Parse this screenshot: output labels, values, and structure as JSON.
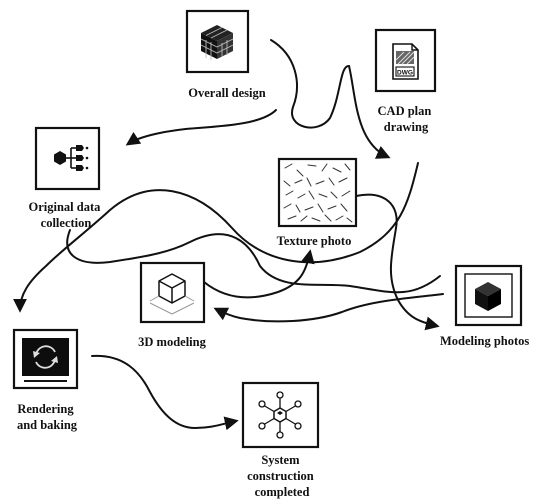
{
  "nodes": {
    "overall_design": {
      "label": "Overall design",
      "icon": "cube-grid-icon"
    },
    "cad_plan": {
      "label_lines": [
        "CAD plan",
        "drawing"
      ],
      "icon": "dwg-file-icon",
      "file_tag": "DWG"
    },
    "original_data": {
      "label_lines": [
        "Original data",
        "collection"
      ],
      "icon": "data-tree-icon"
    },
    "texture_photo": {
      "label": "Texture photo",
      "icon": "texture-pattern-icon"
    },
    "modeling_3d": {
      "label": "3D modeling",
      "icon": "wireframe-cube-icon"
    },
    "modeling_photos": {
      "label": "Modeling photos",
      "icon": "solid-cube-icon"
    },
    "rendering": {
      "label_lines": [
        "Rendering",
        "and baking"
      ],
      "icon": "refresh-monitor-icon"
    },
    "system": {
      "label_lines": [
        "System",
        "construction",
        "completed"
      ],
      "icon": "network-hub-icon"
    }
  }
}
